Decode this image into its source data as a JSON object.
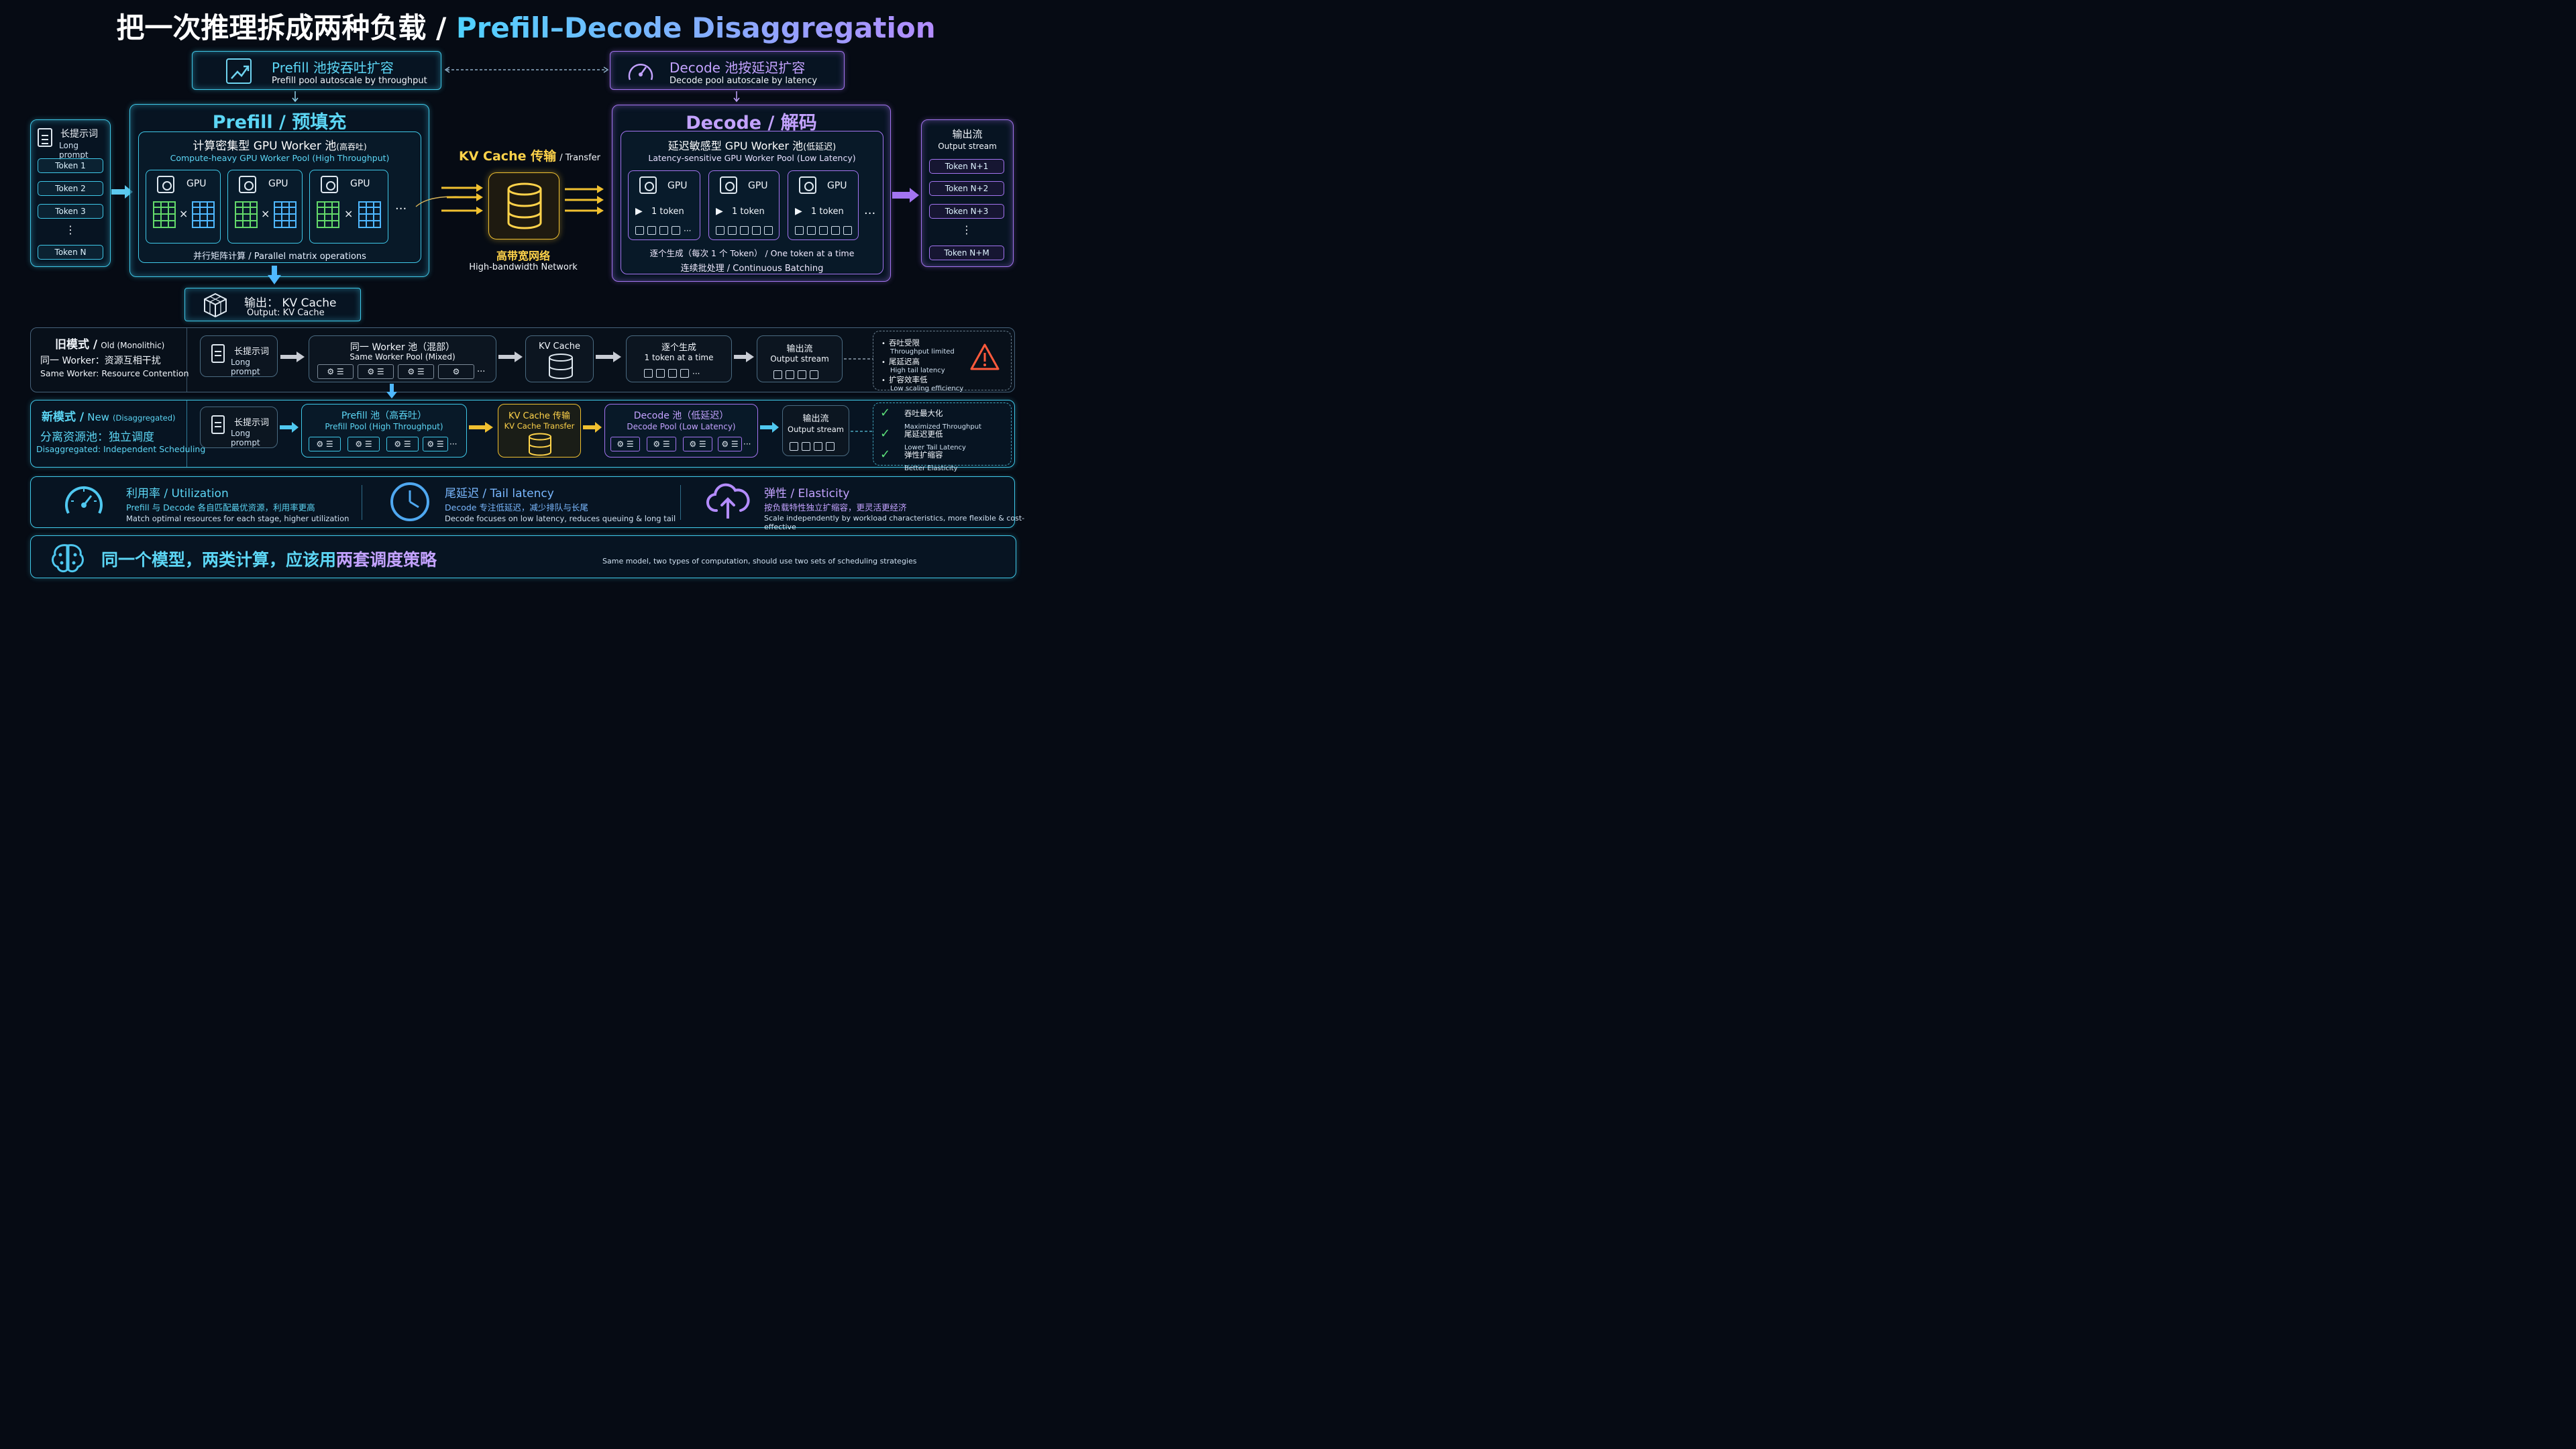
{
  "title": {
    "cn": "把一次推理拆成两种负载 / ",
    "en": "Prefill–Decode Disaggregation"
  },
  "prefill_scale": {
    "cn": "Prefill 池按吞吐扩容",
    "en": "Prefill pool autoscale by throughput"
  },
  "decode_scale": {
    "cn": "Decode 池按延迟扩容",
    "en": "Decode pool autoscale by latency"
  },
  "input": {
    "cn": "长提示词",
    "en": "Long prompt",
    "tokens": [
      "Token 1",
      "Token 2",
      "Token 3",
      "⋮",
      "Token N"
    ]
  },
  "prefill": {
    "title": "Prefill / 预填充",
    "pool_cn": "计算密集型 GPU Worker 池",
    "pool_cn_note": "(高吞吐)",
    "pool_en": "Compute-heavy GPU Worker Pool (High Throughput)",
    "gpu_label": "GPU",
    "op": "×",
    "ellipsis": "···",
    "footer": "并行矩阵计算  /  Parallel matrix operations"
  },
  "kv_output": {
    "cn": "输出： KV Cache",
    "en": "Output: KV Cache"
  },
  "kv_transfer": {
    "cn": "KV Cache 传输",
    "en": "/ Transfer",
    "net_cn": "高带宽网络",
    "net_en": "High-bandwidth Network"
  },
  "decode": {
    "title": "Decode / 解码",
    "pool_cn": "延迟敏感型 GPU Worker 池",
    "pool_cn_note": "(低延迟)",
    "pool_en": "Latency-sensitive GPU Worker Pool (Low Latency)",
    "gpu_label": "GPU",
    "token_label": "1 token",
    "ellipsis": "···",
    "footer1": "逐个生成（每次 1 个 Token） / One token at a time",
    "footer2": "连续批处理  /  Continuous Batching"
  },
  "output": {
    "cn": "输出流",
    "en": "Output stream",
    "tokens": [
      "Token N+1",
      "Token N+2",
      "Token N+3",
      "⋮",
      "Token N+M"
    ]
  },
  "old": {
    "label_cn": "旧模式 /",
    "label_en": "Old (Monolithic)",
    "sub_cn": "同一 Worker：资源互相干扰",
    "sub_en": "Same Worker: Resource Contention",
    "prompt_cn": "长提示词",
    "prompt_en": "Long prompt",
    "pool_cn": "同一 Worker 池（混部）",
    "pool_en": "Same Worker Pool (Mixed)",
    "kv": "KV Cache",
    "gen_cn": "逐个生成",
    "gen_en": "1 token at a time",
    "out_cn": "输出流",
    "out_en": "Output stream",
    "issues": [
      {
        "cn": "吞吐受限",
        "en": "Throughput limited"
      },
      {
        "cn": "尾延迟高",
        "en": "High tail latency"
      },
      {
        "cn": "扩容效率低",
        "en": "Low scaling efficiency"
      }
    ]
  },
  "new": {
    "label_cn": "新模式 /",
    "label_en": "New",
    "label_note": "(Disaggregated)",
    "sub_cn": "分离资源池：独立调度",
    "sub_en": "Disaggregated: Independent Scheduling",
    "prompt_cn": "长提示词",
    "prompt_en": "Long prompt",
    "prefill_cn": "Prefill 池（高吞吐）",
    "prefill_en": "Prefill Pool (High Throughput)",
    "kv_cn": "KV Cache 传输",
    "kv_en": "KV Cache Transfer",
    "decode_cn": "Decode 池（低延迟）",
    "decode_en": "Decode Pool (Low Latency)",
    "out_cn": "输出流",
    "out_en": "Output stream",
    "benefits": [
      {
        "cn": "吞吐最大化",
        "en": "Maximized Throughput"
      },
      {
        "cn": "尾延迟更低",
        "en": "Lower Tail Latency"
      },
      {
        "cn": "弹性扩缩容",
        "en": "Better Elasticity"
      }
    ]
  },
  "features": [
    {
      "title": "利用率 /  Utilization",
      "cn": "Prefill 与 Decode 各自匹配最优资源，利用率更高",
      "en": "Match optimal resources for each stage, higher utilization"
    },
    {
      "title": "尾延迟 /  Tail latency",
      "cn": "Decode 专注低延迟，减少排队与长尾",
      "en": "Decode focuses on low latency, reduces queuing & long tail"
    },
    {
      "title": "弹性 /  Elasticity",
      "cn": "按负载特性独立扩缩容，更灵活更经济",
      "en": "Scale independently by workload characteristics, more flexible & cost-effective"
    }
  ],
  "footer": {
    "cn_a": "同一个模型，两类计算，应该用",
    "cn_b": "两套调度策略",
    "en": "Same model, two types of computation, should use two sets of scheduling strategies"
  },
  "colors": {
    "cyan": "#3fc8e8",
    "purple": "#a374f0",
    "gold": "#f0c030",
    "red": "#ff5a3c",
    "green": "#5ce07a"
  }
}
